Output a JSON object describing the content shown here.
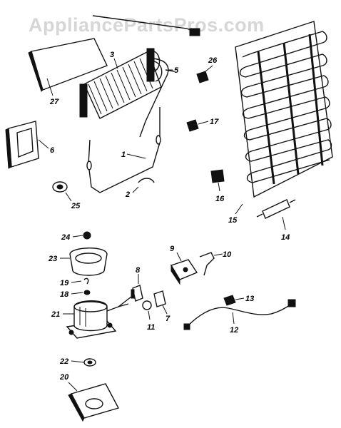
{
  "watermark": "AppliancePartsPros.com",
  "callouts": {
    "c1": "1",
    "c2": "2",
    "c3": "3",
    "c5": "5",
    "c6": "6",
    "c7": "7",
    "c8": "8",
    "c9": "9",
    "c10": "10",
    "c11": "11",
    "c12": "12",
    "c13": "13",
    "c14": "14",
    "c15": "15",
    "c16": "16",
    "c17": "17",
    "c18": "18",
    "c19": "19",
    "c20": "20",
    "c21": "21",
    "c22": "22",
    "c23": "23",
    "c24": "24",
    "c25": "25",
    "c26": "26",
    "c27": "27"
  }
}
